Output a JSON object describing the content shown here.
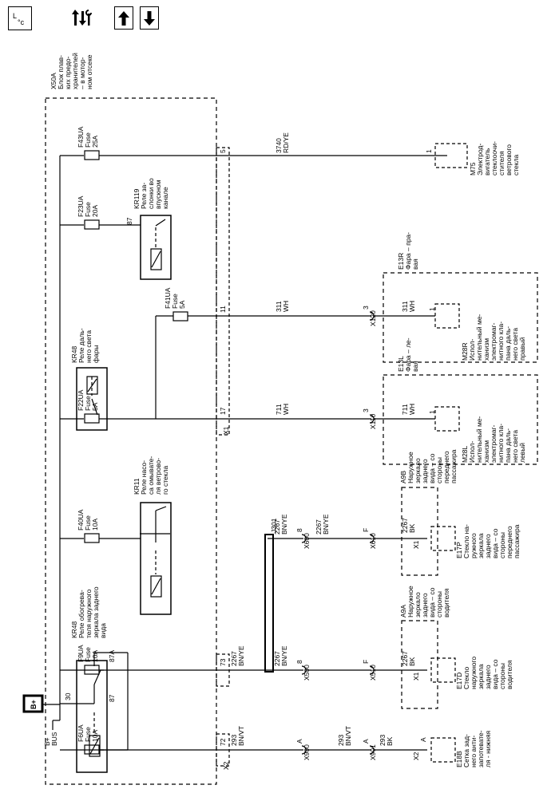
{
  "toolbar": {
    "legend_symbol": "°c",
    "legend_mark": "L",
    "tool_icon": "arrows-wrench-icon",
    "up_icon": "arrow-up-icon",
    "down_icon": "arrow-down-icon"
  },
  "fuse_block": {
    "ref": "X50A",
    "title": [
      "Блок плав-",
      "ких предо-",
      "хранителей",
      "– в мотор-",
      "ном отсеке"
    ],
    "connector_x1": "X1",
    "connector_x2": "X2"
  },
  "bplus": {
    "label": "B+",
    "bus_label": [
      "B+",
      "BUS"
    ],
    "node_label": "30"
  },
  "relays": [
    {
      "ref": "KR48",
      "desc": [
        "Реле обогрева-",
        "теля наружного",
        "зеркала заднего",
        "вида"
      ],
      "pins": [
        "87A",
        "87"
      ]
    },
    {
      "ref": "KR11",
      "desc": [
        "Реле насо-",
        "са омывате-",
        "ля ветрово-",
        "го стекла"
      ],
      "pins": []
    },
    {
      "ref": "KR48",
      "desc": [
        "Реле даль-",
        "него света",
        "фары"
      ],
      "pins": []
    },
    {
      "ref": "KR119",
      "desc": [
        "Реле за-",
        "слонки во",
        "впускном",
        "канале"
      ],
      "pins": [
        "87"
      ]
    }
  ],
  "fuses": [
    {
      "ref": "F6UA",
      "type": "Fuse",
      "rating": "10A"
    },
    {
      "ref": "F9UA",
      "type": "Fuse",
      "rating": "10A"
    },
    {
      "ref": "F40UA",
      "type": "Fuse",
      "rating": "10A"
    },
    {
      "ref": "F22UA",
      "type": "Fuse",
      "rating": "5A"
    },
    {
      "ref": "F41UA",
      "type": "Fuse",
      "rating": "5A"
    },
    {
      "ref": "F23UA",
      "type": "Fuse",
      "rating": "20A"
    },
    {
      "ref": "F43UA",
      "type": "Fuse",
      "rating": "25A"
    }
  ],
  "pins": [
    "72",
    "73",
    "17",
    "11",
    "5"
  ],
  "splice": "J301",
  "wires": [
    {
      "circuit": "293",
      "color": "BN/VT"
    },
    {
      "circuit": "2267",
      "color": "BN/YE"
    },
    {
      "circuit": "2267",
      "color": "BN/YE"
    },
    {
      "circuit": "2267",
      "color": "BN/YE"
    },
    {
      "circuit": "2267",
      "color": "BN/YE"
    },
    {
      "circuit": "711",
      "color": "WH"
    },
    {
      "circuit": "311",
      "color": "WH"
    },
    {
      "circuit": "3740",
      "color": "RD/YE"
    },
    {
      "circuit": "293",
      "color": "BN/VT"
    },
    {
      "circuit": "293",
      "color": "BK"
    },
    {
      "circuit": "2267",
      "color": "BK"
    },
    {
      "circuit": "2267",
      "color": "BK"
    },
    {
      "circuit": "711",
      "color": "WH"
    },
    {
      "circuit": "311",
      "color": "WH"
    }
  ],
  "connectors": [
    {
      "ref": "X900",
      "pin": "A"
    },
    {
      "ref": "X901",
      "pin": "A"
    },
    {
      "ref": "X500",
      "pin": "8"
    },
    {
      "ref": "X510",
      "pin": "F"
    },
    {
      "ref": "X600",
      "pin": "8"
    },
    {
      "ref": "X610",
      "pin": "F"
    },
    {
      "ref": "X110",
      "pin": "3"
    },
    {
      "ref": "X120",
      "pin": "3"
    },
    {
      "ref": "X2",
      "pin": "A"
    },
    {
      "ref": "X1",
      "pin": ""
    },
    {
      "ref": "X1",
      "pin": ""
    },
    {
      "ref": "",
      "pin": "1"
    },
    {
      "ref": "",
      "pin": "1"
    },
    {
      "ref": "",
      "pin": "1"
    }
  ],
  "components": [
    {
      "ref": "E18B",
      "desc": [
        "Сетка зад-",
        "него анти-",
        "запотевате-",
        "ля - нижняя"
      ]
    },
    {
      "ref": "E17D",
      "desc": [
        "Стекло",
        "наружного",
        "зеркала",
        "заднего",
        "вида – со",
        "стороны",
        "водителя"
      ]
    },
    {
      "ref": "E17P",
      "desc": [
        "Стекло на-",
        "ружного",
        "зеркала",
        "заднего",
        "вида – со",
        "стороны",
        "переднего",
        "пассажира"
      ]
    },
    {
      "ref": "M28L",
      "desc": [
        "Испол-",
        "нительный ме-",
        "ханизм",
        "электромаг-",
        "нитного кла-",
        "пана даль-",
        "него света",
        "левый"
      ]
    },
    {
      "ref": "M28R",
      "desc": [
        "Испол-",
        "нительный ме-",
        "ханизм",
        "электромаг-",
        "нитного кла-",
        "пана даль-",
        "него света",
        "правый"
      ]
    },
    {
      "ref": "M75",
      "desc": [
        "Электрод-",
        "вигатель",
        "стеклоочи-",
        "стителя",
        "ветрового",
        "стекла"
      ]
    }
  ],
  "assemblies": [
    {
      "ref": "A9A",
      "desc": [
        "Наружное",
        "зеркало",
        "заднего",
        "вида – со",
        "стороны",
        "водителя"
      ]
    },
    {
      "ref": "A9B",
      "desc": [
        "Наружное",
        "зеркало",
        "заднего",
        "вида – со",
        "стороны",
        "переднего",
        "пассажира"
      ]
    },
    {
      "ref": "E13L",
      "desc": [
        "Фара – ле-",
        "вая"
      ]
    },
    {
      "ref": "E13R",
      "desc": [
        "Фара – пра-",
        "вая"
      ]
    }
  ]
}
